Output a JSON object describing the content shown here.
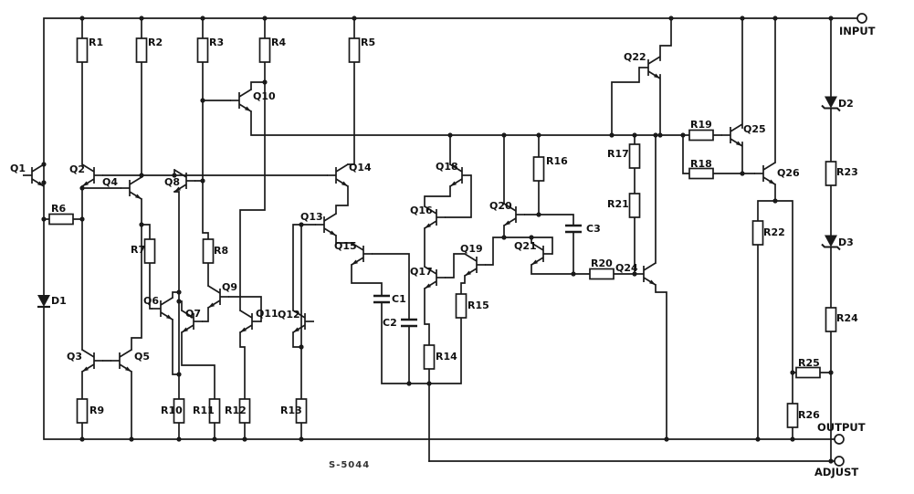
{
  "meta": {
    "part_number": "S-5044"
  },
  "terminals": {
    "input": "INPUT",
    "output": "OUTPUT",
    "adjust": "ADJUST"
  },
  "labels": {
    "Q1": "Q1",
    "Q2": "Q2",
    "Q3": "Q3",
    "Q4": "Q4",
    "Q5": "Q5",
    "Q6": "Q6",
    "Q7": "Q7",
    "Q8": "Q8",
    "Q9": "Q9",
    "Q10": "Q10",
    "Q11": "Q11",
    "Q12": "Q12",
    "Q13": "Q13",
    "Q14": "Q14",
    "Q15": "Q15",
    "Q16": "Q16",
    "Q17": "Q17",
    "Q18": "Q18",
    "Q19": "Q19",
    "Q20": "Q20",
    "Q21": "Q21",
    "Q22": "Q22",
    "Q24": "Q24",
    "Q25": "Q25",
    "Q26": "Q26",
    "R1": "R1",
    "R2": "R2",
    "R3": "R3",
    "R4": "R4",
    "R5": "R5",
    "R6": "R6",
    "R7": "R7",
    "R8": "R8",
    "R9": "R9",
    "R10": "R10",
    "R11": "R11",
    "R12": "R12",
    "R13": "R13",
    "R14": "R14",
    "R15": "R15",
    "R16": "R16",
    "R17": "R17",
    "R18": "R18",
    "R19": "R19",
    "R20": "R20",
    "R21": "R21",
    "R22": "R22",
    "R23": "R23",
    "R24": "R24",
    "R25": "R25",
    "R26": "R26",
    "C1": "C1",
    "C2": "C2",
    "C3": "C3",
    "D1": "D1",
    "D2": "D2",
    "D3": "D3"
  },
  "colors": {
    "line": "#1a1a1a",
    "background": "#ffffff"
  }
}
